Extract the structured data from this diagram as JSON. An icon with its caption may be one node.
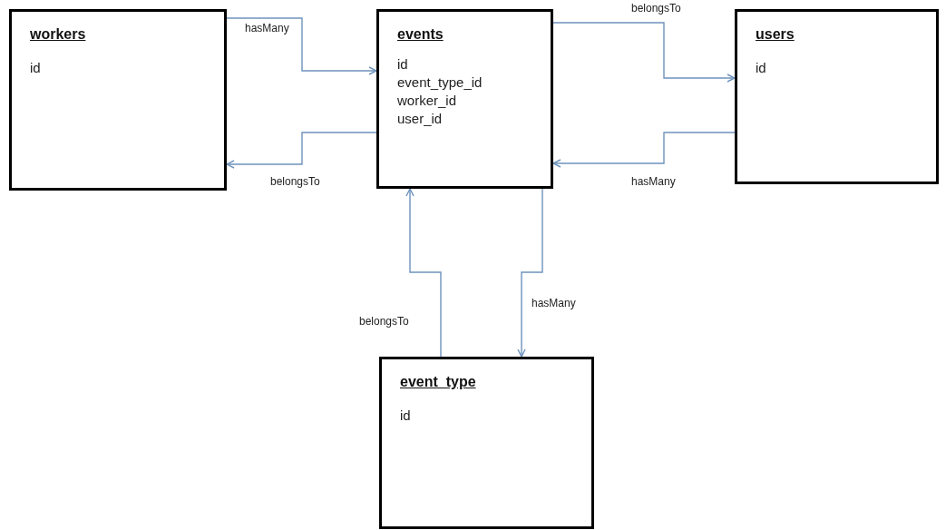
{
  "diagram": {
    "nodes": [
      {
        "text": [
          "workers",
          "id"
        ]
      },
      {
        "text": [
          "events",
          "id",
          "event_type_id",
          "worker_id",
          "user_id"
        ]
      },
      {
        "text": [
          "users",
          "id"
        ]
      },
      {
        "text": [
          "event_type",
          "id"
        ]
      }
    ],
    "edges": [
      {
        "from": 0,
        "to": 1,
        "arrow": "to",
        "label": "hasMany"
      },
      {
        "from": 1,
        "to": 0,
        "arrow": "to",
        "label": "belongsTo"
      },
      {
        "from": 1,
        "to": 2,
        "arrow": "to",
        "label": "belongsTo"
      },
      {
        "from": 2,
        "to": 1,
        "arrow": "to",
        "label": "hasMany"
      },
      {
        "from": 3,
        "to": 1,
        "arrow": "to",
        "label": "belongsTo"
      },
      {
        "from": 1,
        "to": 3,
        "arrow": "to",
        "label": "hasMany"
      }
    ]
  }
}
